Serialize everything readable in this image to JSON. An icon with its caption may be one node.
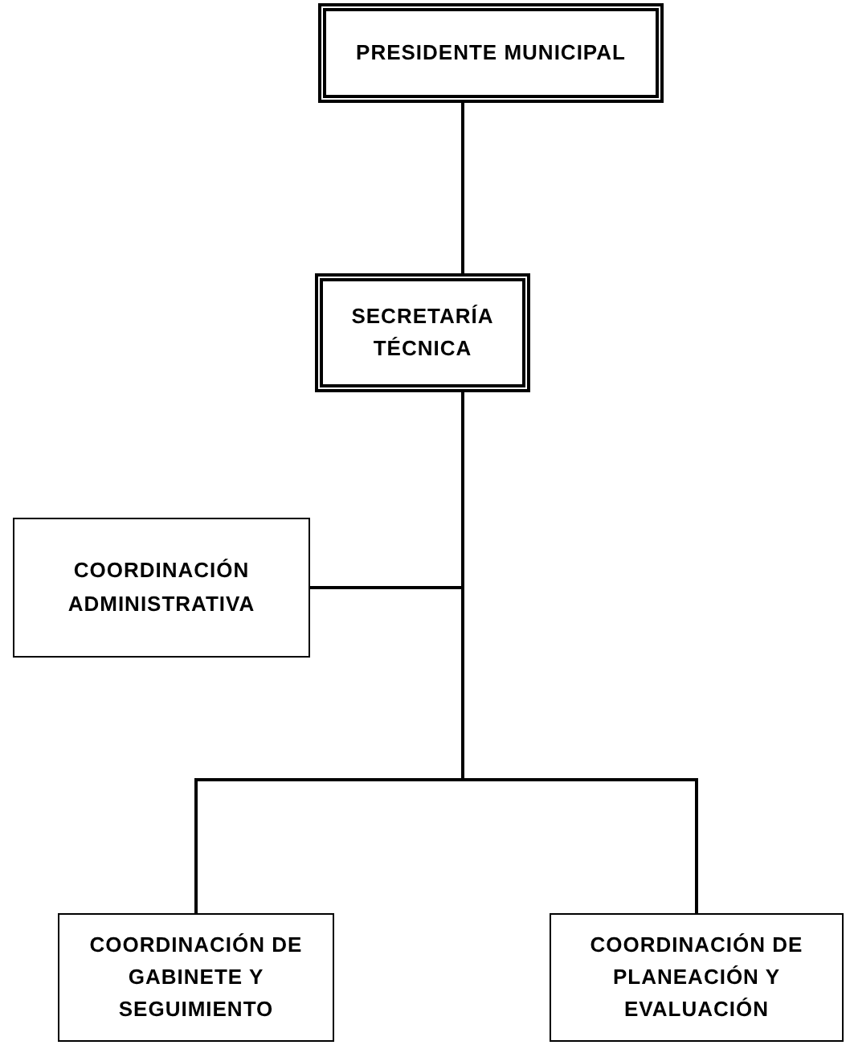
{
  "diagram": {
    "nodes": [
      {
        "text": [
          "PRESIDENTE MUNICIPAL"
        ]
      },
      {
        "text": [
          "SECRETARÍA TÉCNICA"
        ]
      },
      {
        "text": [
          "COORDINACIÓN ADMINISTRATIVA"
        ]
      },
      {
        "text": [
          "COORDINACIÓN DE GABINETE Y SEGUIMIENTO"
        ]
      },
      {
        "text": [
          "COORDINACIÓN DE PLANEACIÓN Y EVALUACIÓN"
        ]
      }
    ],
    "edges": [
      {
        "from": 0,
        "to": 1,
        "arrow": "none"
      },
      {
        "from": 1,
        "to": 2,
        "arrow": "none"
      },
      {
        "from": 1,
        "to": 3,
        "arrow": "none"
      },
      {
        "from": 1,
        "to": 4,
        "arrow": "none"
      }
    ]
  }
}
